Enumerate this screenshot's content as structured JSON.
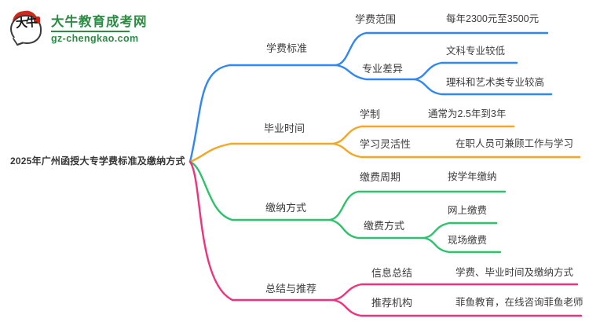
{
  "site": {
    "name": "大牛教育成考网",
    "domain": "gz-chengkao.com",
    "logo_text": "大牛",
    "brand_green": "#2e8b44",
    "logo_red": "#cf2a1b"
  },
  "mindmap": {
    "root": "2025年广州函授大专学费标准及缴纳方式",
    "branches": [
      {
        "label": "学费标准",
        "color": "#2f86f5",
        "children": [
          {
            "label": "学费范围",
            "leaf": "每年2300元至3500元"
          },
          {
            "label": "专业差异",
            "leaves": [
              "文科专业较低",
              "理科和艺术类专业较高"
            ]
          }
        ]
      },
      {
        "label": "毕业时间",
        "color": "#f5a623",
        "children": [
          {
            "label": "学制",
            "leaf": "通常为2.5年到3年"
          },
          {
            "label": "学习灵活性",
            "leaf": "在职人员可兼顾工作与学习"
          }
        ]
      },
      {
        "label": "缴纳方式",
        "color": "#2dc26b",
        "children": [
          {
            "label": "缴费周期",
            "leaf": "按学年缴纳"
          },
          {
            "label": "缴费方式",
            "leaves": [
              "网上缴费",
              "现场缴费"
            ]
          }
        ]
      },
      {
        "label": "总结与推荐",
        "color": "#f0327d",
        "children": [
          {
            "label": "信息总结",
            "leaf": "学费、毕业时间及缴纳方式"
          },
          {
            "label": "推荐机构",
            "leaf": "菲鱼教育，在线咨询菲鱼老师"
          }
        ]
      }
    ]
  }
}
